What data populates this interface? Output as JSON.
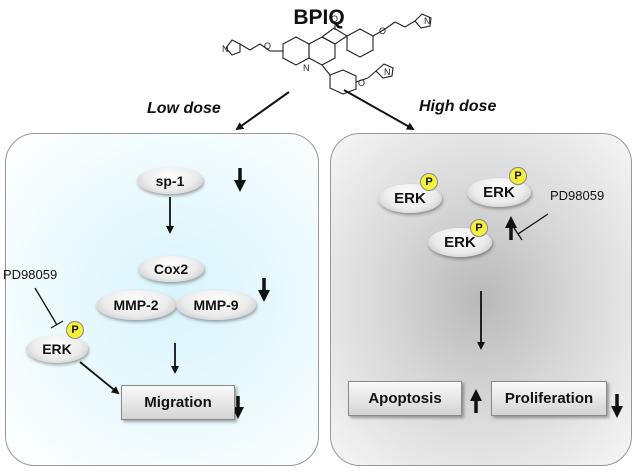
{
  "title": "BPIQ",
  "branches": {
    "low": "Low dose",
    "high": "High dose"
  },
  "low": {
    "sp1": "sp-1",
    "cox2": "Cox2",
    "mmp2": "MMP-2",
    "mmp9": "MMP-9",
    "erk": "ERK",
    "p": "P",
    "inhibitor": "PD98059",
    "outcome": "Migration"
  },
  "high": {
    "erk1": "ERK",
    "erk2": "ERK",
    "erk3": "ERK",
    "p": "P",
    "inhibitor": "PD98059",
    "outcome_a": "Apoptosis",
    "outcome_b": "Proliferation"
  },
  "colors": {
    "phospho": "#f5f03c",
    "left_panel": "#e9f9fd",
    "right_panel": "#cfcfcf"
  }
}
